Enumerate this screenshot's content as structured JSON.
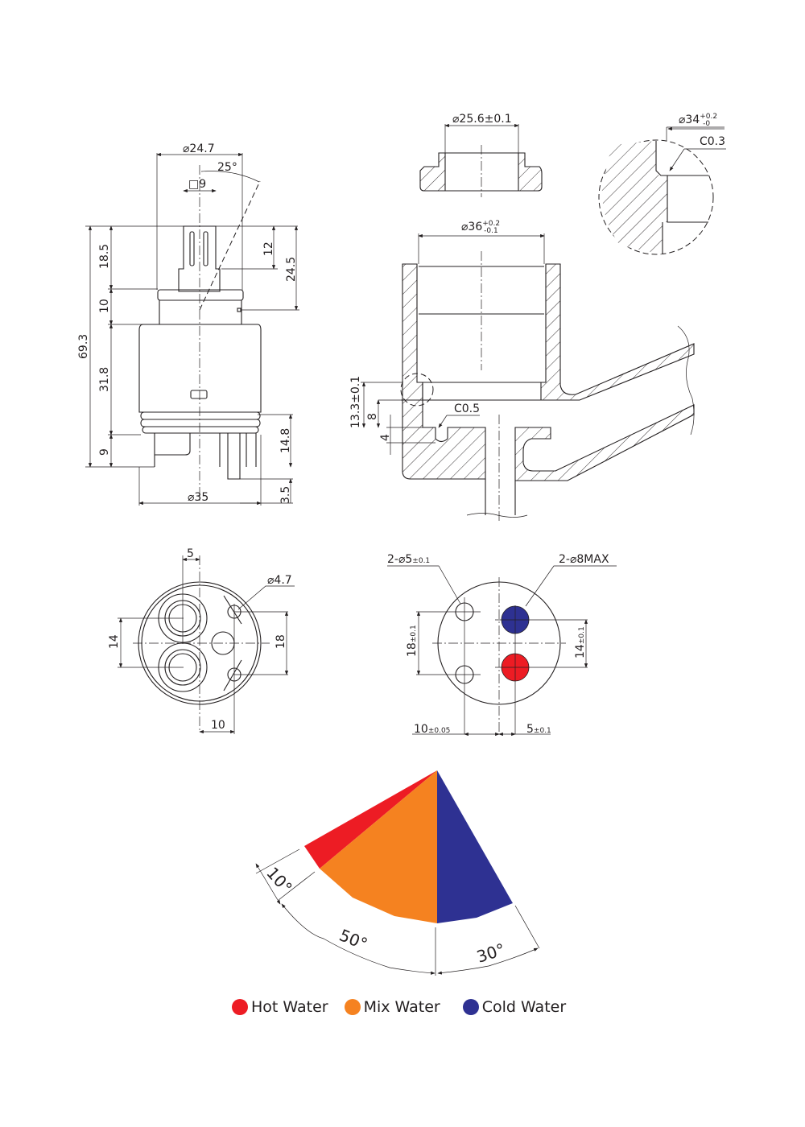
{
  "side_view": {
    "dia_top": "⌀24.7",
    "angle": "25°",
    "square": "□9",
    "total_height": "69.3",
    "h_stem": "18.5",
    "h_collar": "10",
    "h_body": "31.8",
    "h_bottom": "9",
    "h_spline": "12",
    "h_top_to_mark": "24.5",
    "h_base": "14.8",
    "h_pin": "3.5",
    "dia_body": "⌀35"
  },
  "housing": {
    "insert_dia": "⌀25.6±0.1",
    "bore_dia": "⌀36",
    "bore_tol_upper": "+0.2",
    "bore_tol_lower": "-0.1",
    "detail_dia": "⌀34",
    "detail_tol_upper": "+0.2",
    "detail_tol_lower": "-0",
    "detail_chamfer": "C0.3",
    "seat_chamfer": "C0.5",
    "depth_total": "13.3±0.1",
    "depth_seat": "8",
    "depth_pin": "4"
  },
  "bottom_view": {
    "offset_top": "5",
    "pin_dia": "⌀4.7",
    "port_spacing": "14",
    "pin_spacing": "18",
    "offset_bottom": "10"
  },
  "port_layout": {
    "pin_holes": "2-⌀5",
    "pin_holes_tol": "±0.1",
    "ports": "2-⌀8MAX",
    "pin_spacing": "18",
    "pin_spacing_tol": "±0.1",
    "port_spacing": "14",
    "port_spacing_tol": "±0.1",
    "x_pin": "10",
    "x_pin_tol": "±0.05",
    "x_port": "5",
    "x_port_tol": "±0.1"
  },
  "rotation": {
    "hot_angle": "10°",
    "mix_angle": "50°",
    "cold_angle": "30°"
  },
  "legend": [
    {
      "label": "Hot Water",
      "color": "#ED1C24"
    },
    {
      "label": "Mix Water",
      "color": "#F58220"
    },
    {
      "label": "Cold Water",
      "color": "#2E3192"
    }
  ]
}
